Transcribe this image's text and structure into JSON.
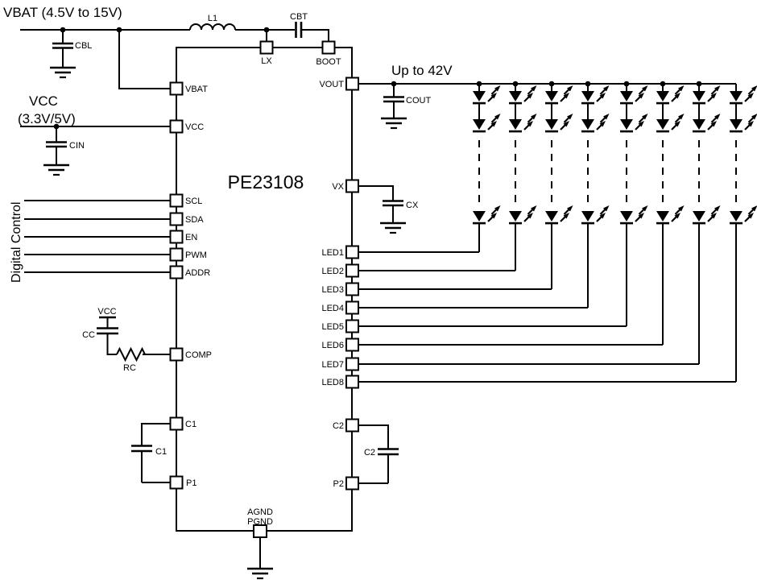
{
  "colors": {
    "ink": "#000000",
    "background": "#ffffff"
  },
  "labels": {
    "vbat_input": "VBAT (4.5V to 15V)",
    "vcc_input": "VCC",
    "vcc_range": "(3.3V/5V)",
    "digital_control": "Digital Control",
    "output_voltage": "Up to 42V",
    "vcc_tap": "VCC"
  },
  "ic": {
    "name": "PE23108",
    "pins": {
      "left": [
        "VBAT",
        "VCC",
        "SCL",
        "SDA",
        "EN",
        "PWM",
        "ADDR",
        "COMP",
        "C1",
        "P1"
      ],
      "top": [
        "LX",
        "BOOT"
      ],
      "right": [
        "VOUT",
        "VX",
        "LED1",
        "LED2",
        "LED3",
        "LED4",
        "LED5",
        "LED6",
        "LED7",
        "LED8",
        "C2",
        "P2"
      ],
      "bottom": [
        "AGND",
        "PGND"
      ]
    }
  },
  "components": {
    "battery_cap": "CBL",
    "vcc_cap": "CIN",
    "inductor": "L1",
    "bootstrap_cap": "CBT",
    "output_cap": "COUT",
    "vx_cap": "CX",
    "comp_cap": "CC",
    "comp_resistor": "RC",
    "pump_cap1": "C1",
    "pump_cap2": "C2"
  },
  "led_array": {
    "strings": 8,
    "leds_shown_per_string": 3
  }
}
